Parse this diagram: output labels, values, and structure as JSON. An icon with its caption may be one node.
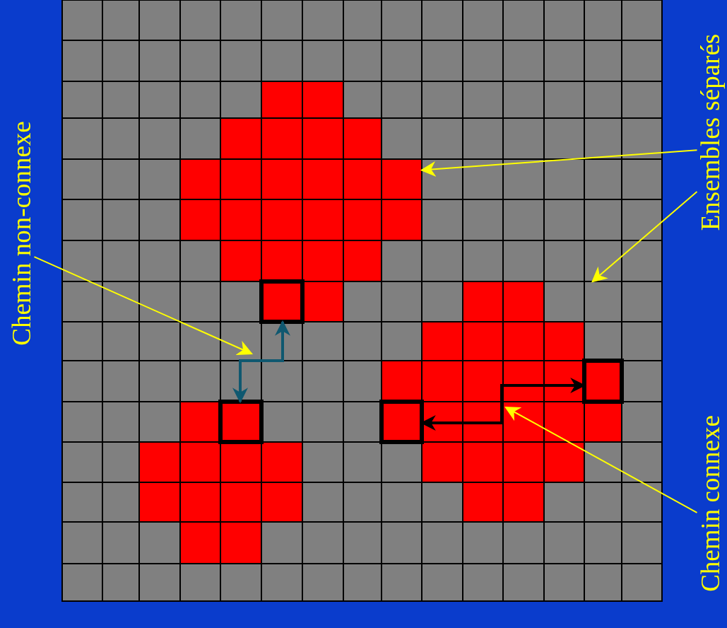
{
  "diagram": {
    "nodes": [
      {
        "text": [
          "Chemin non-connexe"
        ]
      },
      {
        "text": [
          "Ensembles séparés"
        ]
      },
      {
        "text": [
          "Chemin connexe"
        ]
      },
      {
        "text": [],
        "shape": "region"
      },
      {
        "text": [],
        "shape": "box",
        "in": 3
      },
      {
        "text": [],
        "shape": "region"
      },
      {
        "text": [],
        "shape": "box",
        "in": 5
      },
      {
        "text": [],
        "shape": "box",
        "in": 5
      },
      {
        "text": [],
        "shape": "region"
      },
      {
        "text": [],
        "shape": "box",
        "in": 8
      }
    ],
    "edges": [
      {
        "from": 1,
        "to": 3,
        "arrow": "to"
      },
      {
        "from": 1,
        "to": 5,
        "arrow": "to"
      },
      {
        "from": 0,
        "to": null,
        "arrow": "to"
      },
      {
        "from": 2,
        "to": null,
        "arrow": "to"
      },
      {
        "from": 9,
        "to": 4,
        "arrow": "both",
        "style": "thick",
        "color": "#0f5870"
      },
      {
        "from": 6,
        "to": 7,
        "arrow": "both",
        "style": "thick",
        "color": "#000000"
      }
    ]
  }
}
